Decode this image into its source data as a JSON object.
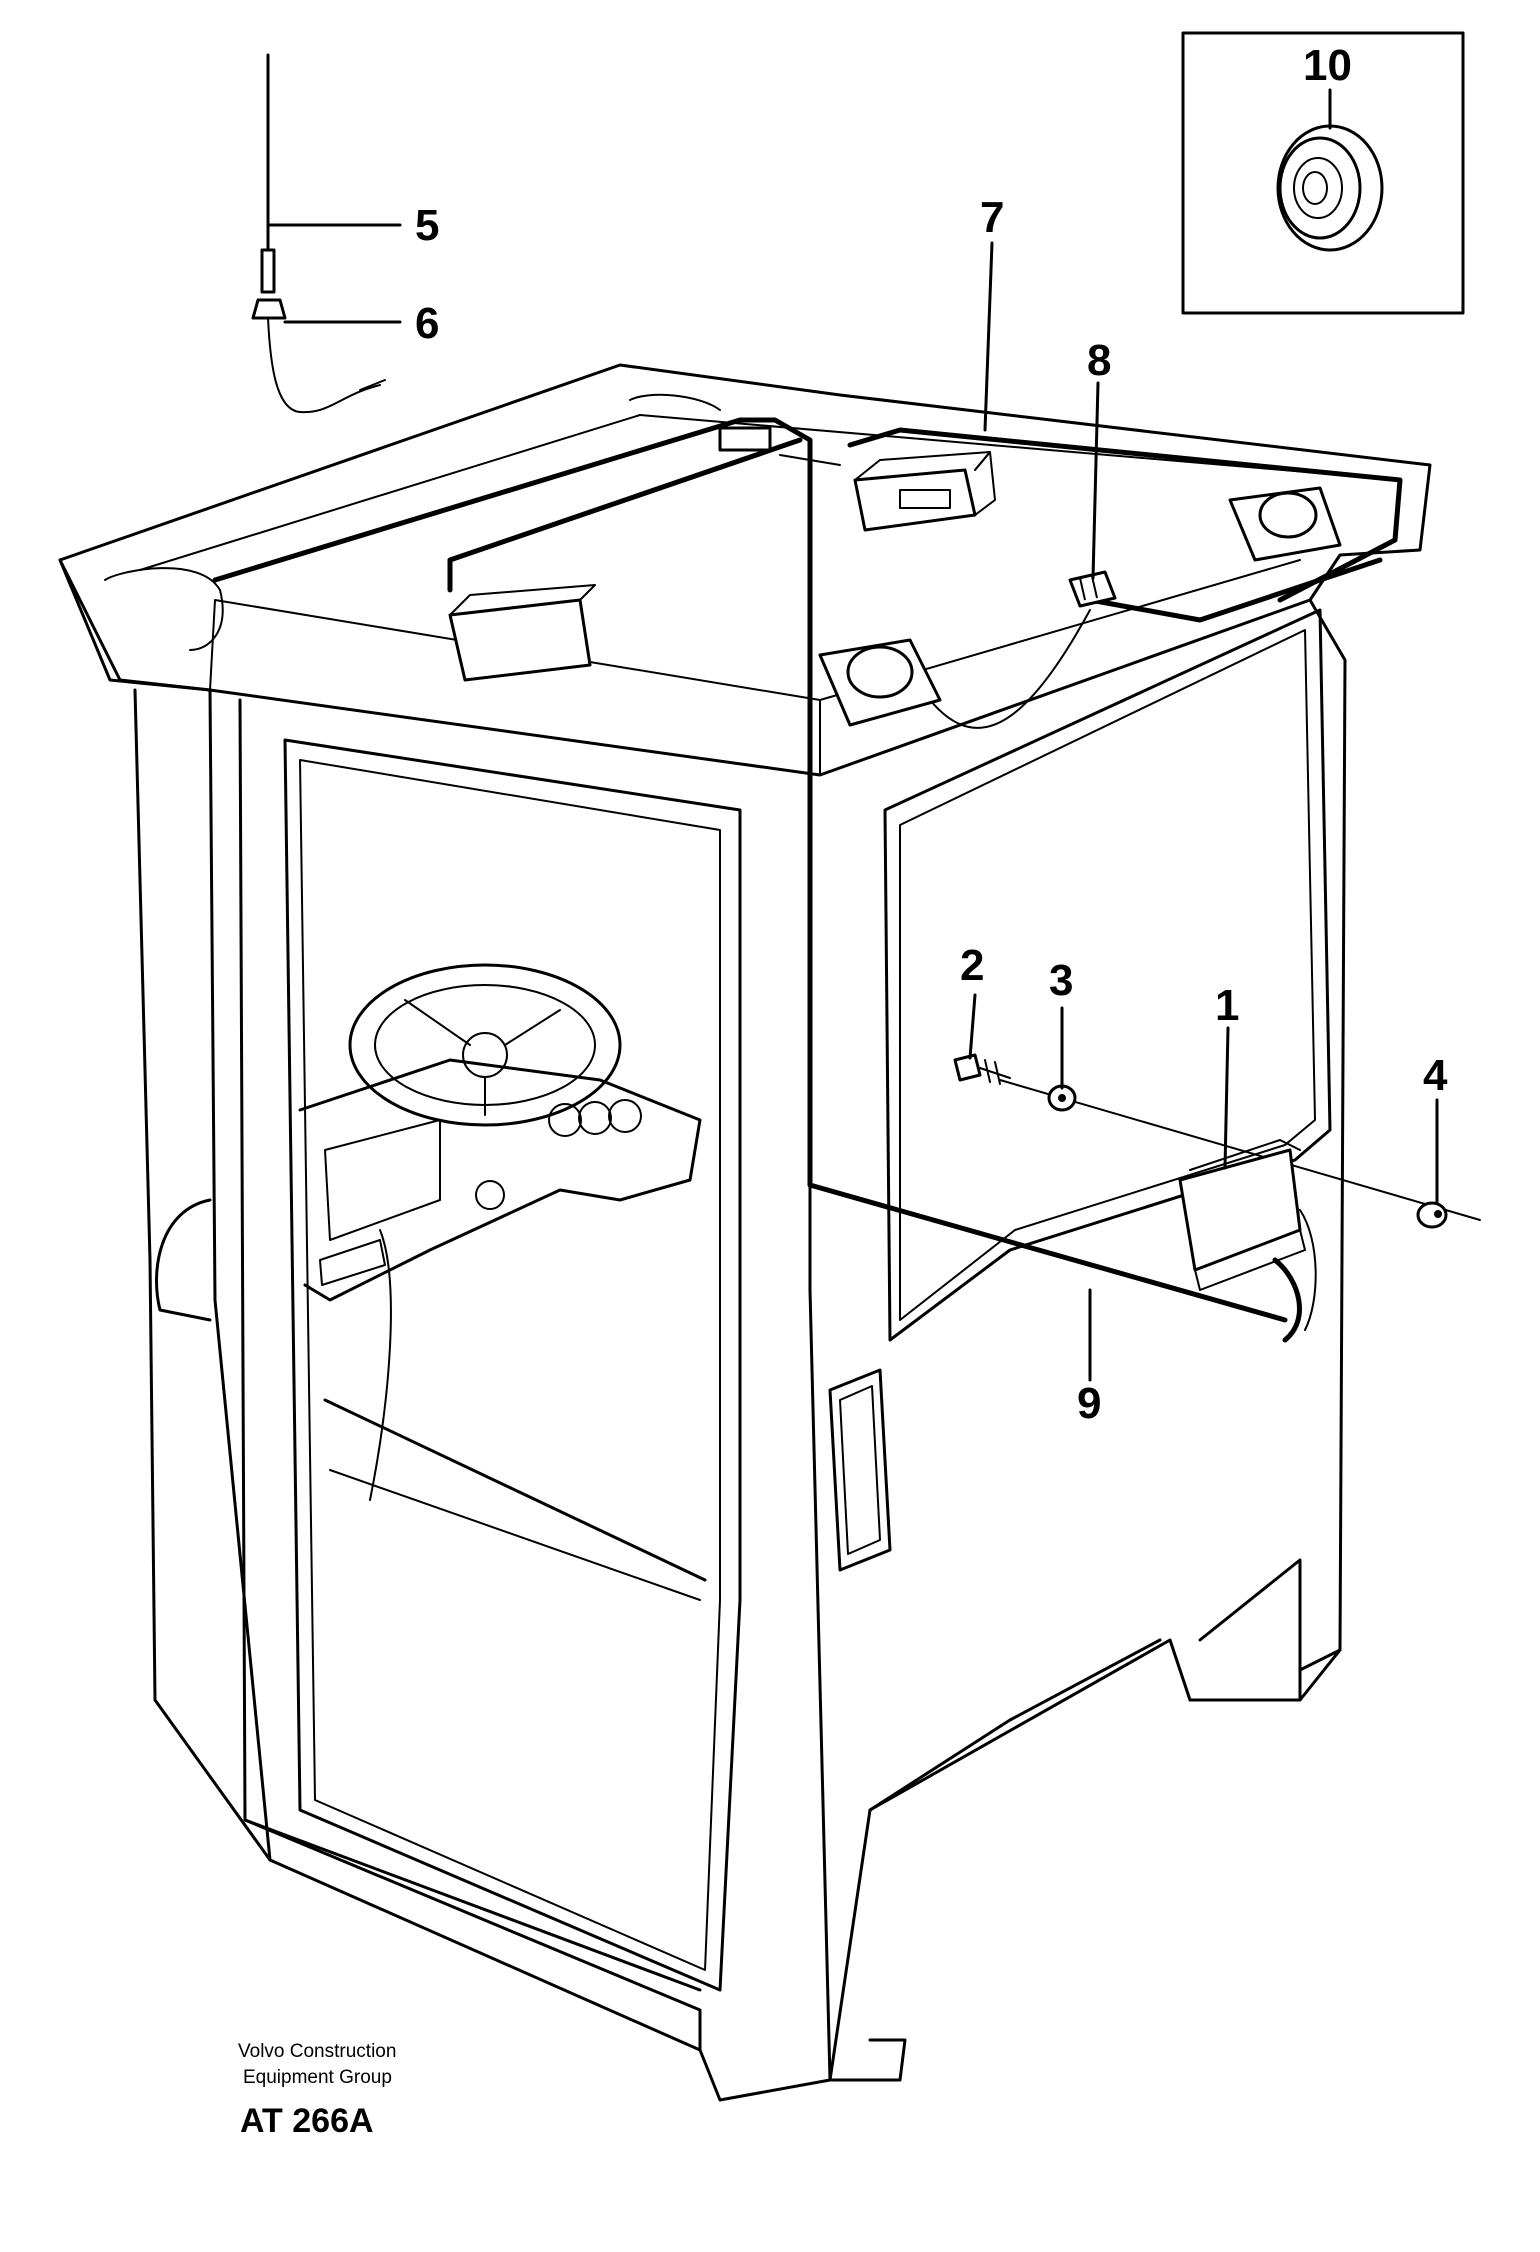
{
  "callouts": {
    "c1": "1",
    "c2": "2",
    "c3": "3",
    "c4": "4",
    "c5": "5",
    "c6": "6",
    "c7": "7",
    "c8": "8",
    "c9": "9",
    "c10": "10"
  },
  "caption": {
    "line1": "Volvo Construction",
    "line2": "Equipment Group",
    "code": "AT 266A"
  }
}
